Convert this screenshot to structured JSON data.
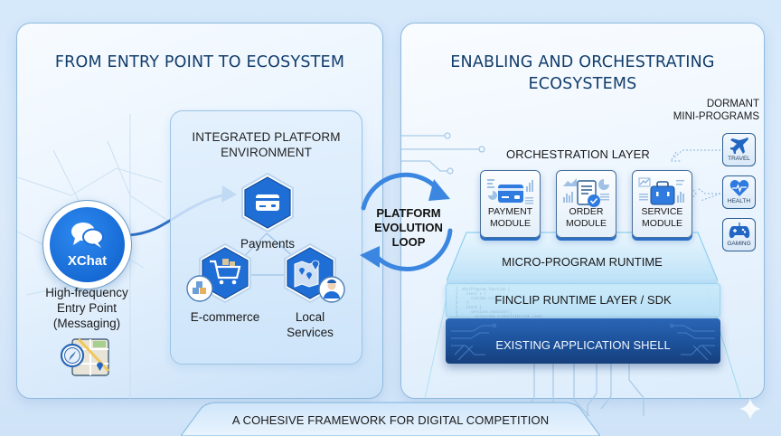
{
  "left_panel": {
    "title": "FROM ENTRY POINT TO ECOSYSTEM",
    "entry": {
      "app_name": "XChat",
      "icon": "chat-bubbles-icon",
      "label_lines": [
        "High-frequency",
        "Entry Point",
        "(Messaging)"
      ],
      "sub_icon": "map-compass-icon"
    },
    "integrated": {
      "title_lines": [
        "INTEGRATED PLATFORM",
        "ENVIRONMENT"
      ],
      "nodes": [
        {
          "label": "Payments",
          "icon": "credit-card-icon"
        },
        {
          "label": "E-commerce",
          "icon": "shopping-cart-icon"
        },
        {
          "label_lines": [
            "Local",
            "Services"
          ],
          "icon": "map-pins-icon"
        }
      ]
    }
  },
  "loop": {
    "label_lines": [
      "PLATFORM",
      "EVOLUTION",
      "LOOP"
    ]
  },
  "right_panel": {
    "title_lines": [
      "ENABLING AND ORCHESTRATING",
      "ECOSYSTEMS"
    ],
    "dormant": {
      "title_lines": [
        "DORMANT",
        "MINI-PROGRAMS"
      ],
      "items": [
        {
          "label": "TRAVEL",
          "icon": "airplane-icon"
        },
        {
          "label": "HEALTH",
          "icon": "heart-pulse-icon"
        },
        {
          "label": "GAMING",
          "icon": "gamepad-icon"
        }
      ]
    },
    "orchestration_title": "ORCHESTRATION LAYER",
    "modules": [
      {
        "label_lines": [
          "PAYMENT",
          "MODULE"
        ],
        "icon": "credit-card-icon"
      },
      {
        "label_lines": [
          "ORDER",
          "MODULE"
        ],
        "icon": "document-check-icon"
      },
      {
        "label_lines": [
          "SERVICE",
          "MODULE"
        ],
        "icon": "briefcase-icon"
      }
    ],
    "layers": {
      "runtime": "MICRO-PROGRAM RUNTIME",
      "finclip": "FINCLIP RUNTIME LAYER / SDK",
      "shell": "EXISTING APPLICATION SHELL"
    }
  },
  "footer": {
    "label": "A COHESIVE FRAMEWORK FOR DIGITAL COMPETITION"
  },
  "colors": {
    "title_navy": "#123d6b",
    "accent_blue": "#1466d1",
    "shell_blue": "#1b4f97",
    "panel_border": "#8fb9de"
  }
}
